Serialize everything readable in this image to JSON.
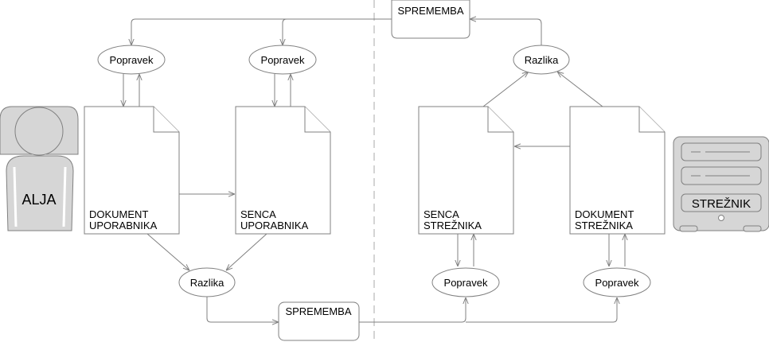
{
  "user": {
    "name": "ALJA"
  },
  "server": {
    "name": "STREŽNIK"
  },
  "edits": {
    "top": "SPREMEMBA",
    "bottom": "SPREMEMBA"
  },
  "diffs": {
    "client": "Razlika",
    "server": "Razlika"
  },
  "patches": {
    "client_doc": "Popravek",
    "client_shadow": "Popravek",
    "server_shadow": "Popravek",
    "server_doc": "Popravek"
  },
  "documents": {
    "client_text": [
      "DOKUMENT",
      "UPORABNIKA"
    ],
    "client_shadow": [
      "SENCA",
      "UPORABNIKA"
    ],
    "server_shadow": [
      "SENCA",
      "STREŽNIKA"
    ],
    "server_text": [
      "DOKUMENT",
      "STREŽNIKA"
    ]
  }
}
